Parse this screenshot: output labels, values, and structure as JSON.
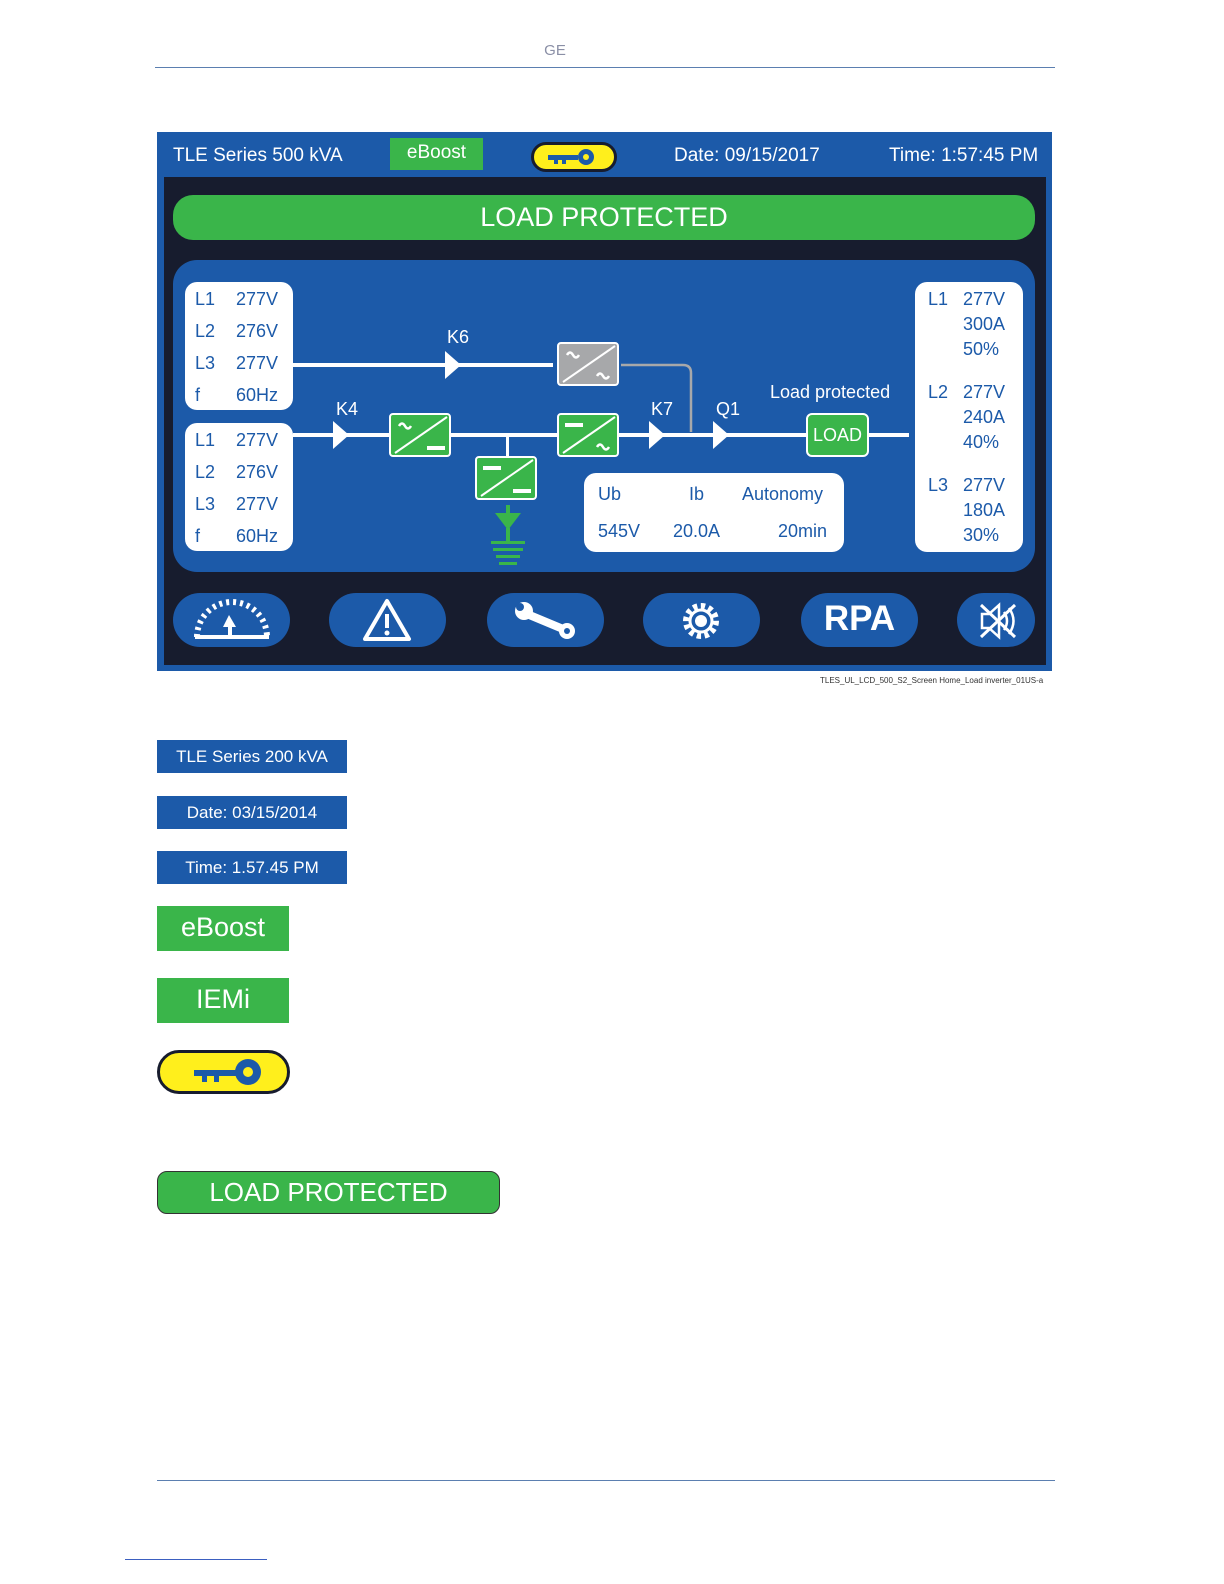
{
  "page": {
    "header": "GE",
    "caption": "TLES_UL_LCD_500_S2_Screen Home_Load inverter_01US-a"
  },
  "screen": {
    "title": "TLE Series 500 kVA",
    "mode_badge": "eBoost",
    "date": "Date:  09/15/2017",
    "time": "Time:  1:57:45 PM",
    "status_banner": "LOAD PROTECTED",
    "input_mains": [
      {
        "phase": "L1",
        "value": "277V"
      },
      {
        "phase": "L2",
        "value": "276V"
      },
      {
        "phase": "L3",
        "value": "277V"
      },
      {
        "phase": "f",
        "value": "60Hz"
      }
    ],
    "input_bypass": [
      {
        "phase": "L1",
        "value": "277V"
      },
      {
        "phase": "L2",
        "value": "276V"
      },
      {
        "phase": "L3",
        "value": "277V"
      },
      {
        "phase": "f",
        "value": "60Hz"
      }
    ],
    "switches": {
      "k6": "K6",
      "k4": "K4",
      "k7": "K7",
      "q1": "Q1"
    },
    "load_label": "Load protected",
    "load_button": "LOAD",
    "battery": {
      "ub_label": "Ub",
      "ib_label": "Ib",
      "autonomy_label": "Autonomy",
      "ub": "545V",
      "ib": "20.0A",
      "autonomy": "20min"
    },
    "output": [
      {
        "phase": "L1",
        "voltage": "277V",
        "current": "300A",
        "load": "50%"
      },
      {
        "phase": "L2",
        "voltage": "277V",
        "current": "240A",
        "load": "40%"
      },
      {
        "phase": "L3",
        "voltage": "277V",
        "current": "180A",
        "load": "30%"
      }
    ],
    "nav": {
      "rpa": "RPA"
    },
    "colors": {
      "blue": "#1c5aa9",
      "green": "#3ab54a",
      "dark": "#171c2e",
      "yellow": "#ffef1c"
    }
  },
  "legend": {
    "model": "TLE Series 200 kVA",
    "date": "Date:  03/15/2014",
    "time": "Time:  1.57.45 PM",
    "eboost": "eBoost",
    "iemi": "IEMi",
    "load_protected": "LOAD PROTECTED"
  }
}
